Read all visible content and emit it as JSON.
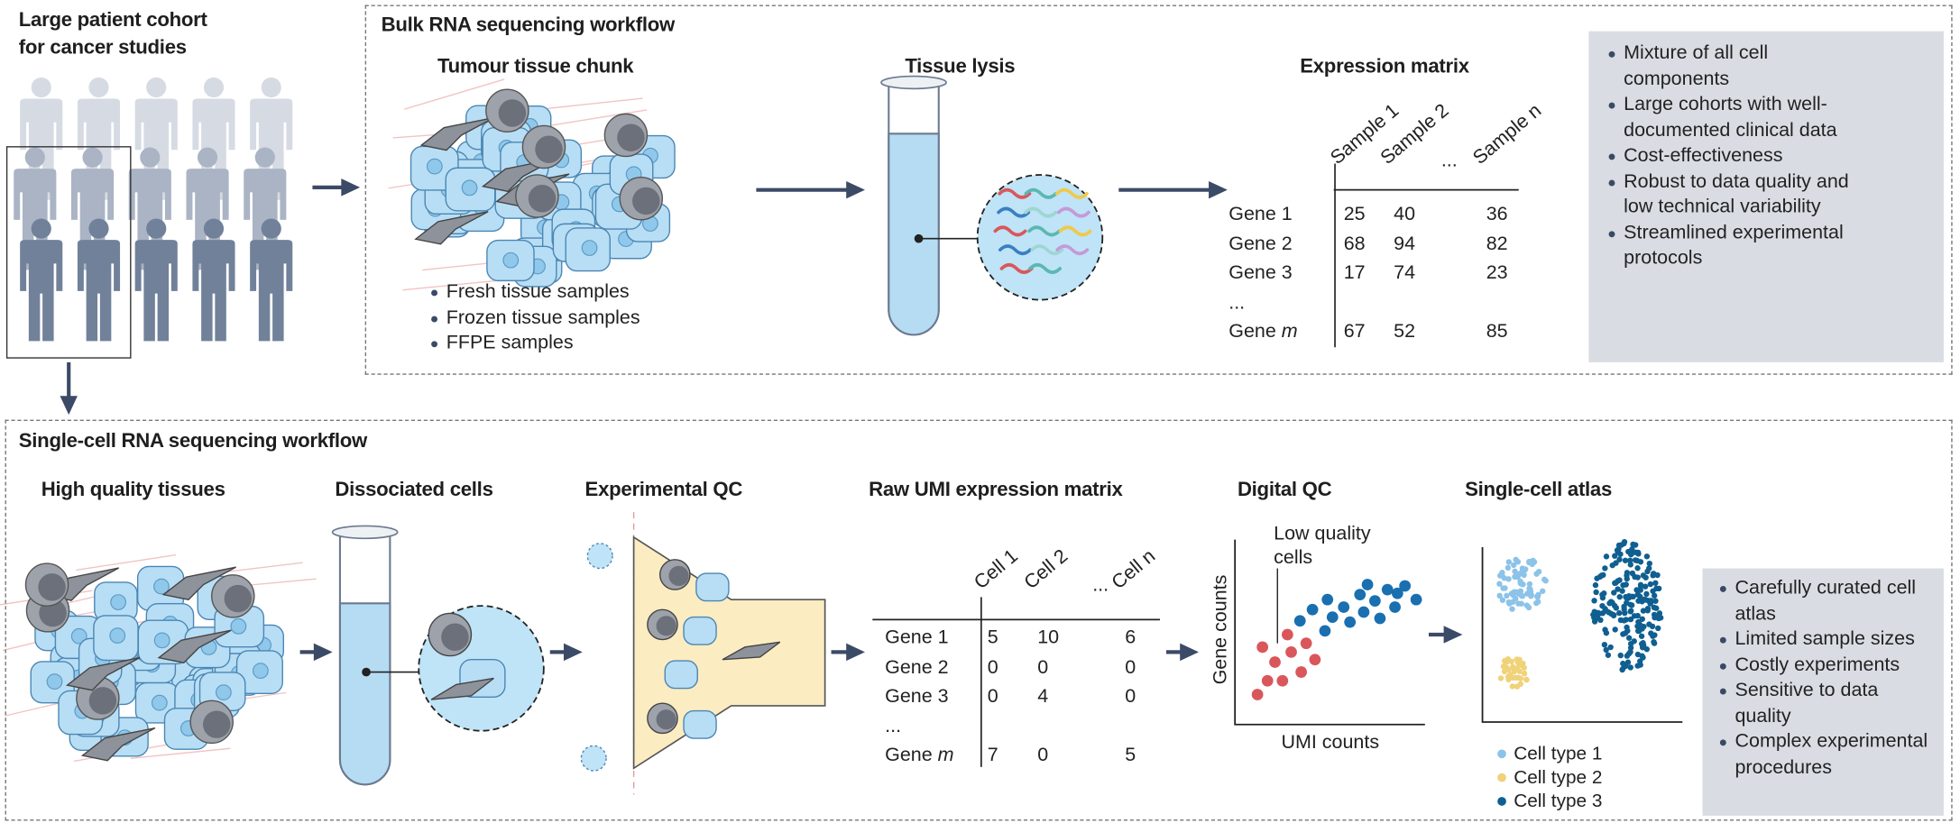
{
  "cohort": {
    "title_line1": "Large patient cohort",
    "title_line2": "for cancer studies",
    "person_colors": [
      "#d6dbe3",
      "#aab4c4",
      "#71819a"
    ]
  },
  "bulk": {
    "title": "Bulk RNA sequencing workflow",
    "tissue_title": "Tumour tissue chunk",
    "sample_types": [
      "Fresh tissue samples",
      "Frozen tissue samples",
      "FFPE samples"
    ],
    "lysis_title": "Tissue lysis",
    "matrix_title": "Expression matrix",
    "matrix": {
      "columns": [
        "Sample 1",
        "Sample 2",
        "...",
        "Sample n"
      ],
      "rows": [
        {
          "gene": "Gene 1",
          "values": [
            "25",
            "40",
            "36"
          ]
        },
        {
          "gene": "Gene 2",
          "values": [
            "68",
            "94",
            "82"
          ]
        },
        {
          "gene": "Gene 3",
          "values": [
            "17",
            "74",
            "23"
          ]
        },
        {
          "gene": "...",
          "values": [
            "",
            "",
            ""
          ]
        },
        {
          "gene_prefix": "Gene ",
          "gene_italic": "m",
          "values": [
            "67",
            "52",
            "85"
          ]
        }
      ]
    },
    "features": [
      "Mixture of all cell components",
      "Large cohorts with well-documented clinical data",
      "Cost-effectiveness",
      "Robust to data quality and low technical variability",
      "Streamlined experimental protocols"
    ]
  },
  "singlecell": {
    "title": "Single-cell RNA sequencing workflow",
    "steps": [
      "High quality tissues",
      "Dissociated cells",
      "Experimental QC",
      "Raw UMI expression matrix",
      "Digital QC",
      "Single-cell atlas"
    ],
    "matrix": {
      "columns": [
        "Cell 1",
        "Cell 2",
        "...",
        "Cell n"
      ],
      "rows": [
        {
          "gene": "Gene 1",
          "values": [
            "5",
            "10",
            "6"
          ]
        },
        {
          "gene": "Gene 2",
          "values": [
            "0",
            "0",
            "0"
          ]
        },
        {
          "gene": "Gene 3",
          "values": [
            "0",
            "4",
            "0"
          ]
        },
        {
          "gene": "...",
          "values": [
            "",
            "",
            ""
          ]
        },
        {
          "gene_prefix": "Gene ",
          "gene_italic": "m",
          "values": [
            "7",
            "0",
            "5"
          ]
        }
      ]
    },
    "digital_qc": {
      "annotation_line1": "Low quality",
      "annotation_line2": "cells",
      "ylabel": "Gene counts",
      "xlabel": "UMI counts",
      "low_quality_color": "#d9575b",
      "good_color": "#1a6fb0"
    },
    "atlas": {
      "legend": [
        {
          "label": "Cell type 1",
          "color": "#8cc3e8"
        },
        {
          "label": "Cell type 2",
          "color": "#f0d279"
        },
        {
          "label": "Cell type 3",
          "color": "#0f5f91"
        }
      ]
    },
    "features": [
      "Carefully curated cell atlas",
      "Limited sample sizes",
      "Costly experiments",
      "Sensitive to data quality",
      "Complex experimental procedures"
    ]
  },
  "colors": {
    "arrow": "#3b4a66",
    "cell_blue": "#a9d6f2",
    "cell_gray": "#8b8f98",
    "panel_gray": "#d9dde3"
  }
}
